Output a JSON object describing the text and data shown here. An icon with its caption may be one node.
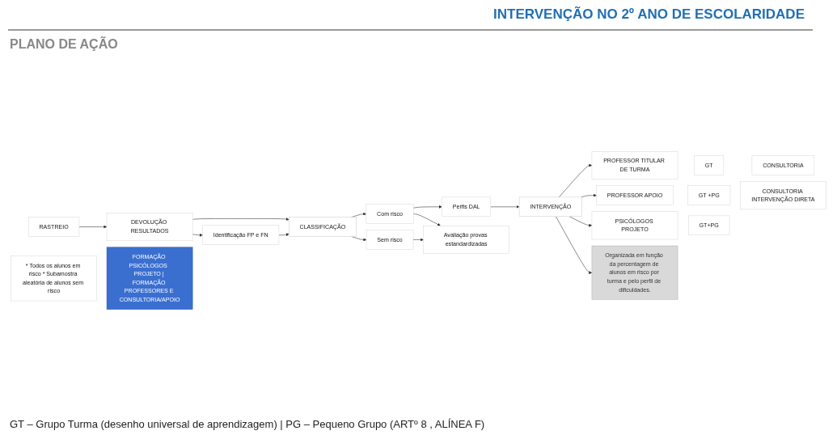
{
  "diagram": {
    "title": "INTERVENÇÃO NO 2º ANO DE ESCOLARIDADE",
    "nodes": [
      {
        "text": [
          "RASTREIO"
        ]
      },
      {
        "text": [
          "DEVOLUÇÃO RESULTADOS"
        ]
      },
      {
        "text": [
          "Identificação FP e FN"
        ]
      },
      {
        "text": [
          "CLASSIFICAÇÃO"
        ]
      },
      {
        "text": [
          "Com risco"
        ]
      },
      {
        "text": [
          "Sem risco"
        ]
      },
      {
        "text": [
          "Perfis DAL"
        ]
      },
      {
        "text": [
          "Avaliação provas estandardizadas"
        ]
      },
      {
        "text": [
          "* Todos os alunos em risco * Subamostra aleatória de alunos sem risco"
        ]
      },
      {
        "text": [
          "INTERVENÇÃO"
        ]
      },
      {
        "text": [
          "PROFESSOR TITULAR DE TURMA"
        ]
      },
      {
        "text": [
          "PROFESSOR APOIO"
        ]
      },
      {
        "text": [
          "PSICÓLOGOS PROJETO"
        ]
      },
      {
        "text": [
          "GT"
        ]
      },
      {
        "text": [
          "GT +PG"
        ]
      },
      {
        "text": [
          "GT+PG"
        ]
      },
      {
        "text": [
          "CONSULTORIA"
        ]
      },
      {
        "text": [
          "CONSULTORIA INTERVENÇÃO DIRETA"
        ]
      },
      {
        "text": [
          "Organizada em função da percentagem de alunos em risco por turma e pelo perfil de dificuldades."
        ]
      },
      {
        "text": [
          "FORMAÇÃO PSICÓLOGOS  PROJETO | FORMAÇÃO PROFESSORES E CONSULTORIA/APOIO"
        ]
      }
    ],
    "edges": [
      {
        "from": 0,
        "to": 1,
        "arrow": "to"
      },
      {
        "from": 1,
        "to": 2,
        "arrow": "to"
      },
      {
        "from": 1,
        "to": 3,
        "arrow": "to"
      },
      {
        "from": 2,
        "to": 3,
        "arrow": "to"
      },
      {
        "from": 3,
        "to": 4,
        "arrow": "to"
      },
      {
        "from": 3,
        "to": 5,
        "arrow": "to"
      },
      {
        "from": 4,
        "to": 6,
        "arrow": "to"
      },
      {
        "from": 4,
        "to": 7,
        "arrow": "to"
      },
      {
        "from": 5,
        "to": 7,
        "arrow": "to"
      },
      {
        "from": 6,
        "to": 9,
        "arrow": "to"
      },
      {
        "from": 9,
        "to": 10,
        "arrow": "to"
      },
      {
        "from": 9,
        "to": 11,
        "arrow": "to"
      },
      {
        "from": 9,
        "to": 12,
        "arrow": "to"
      },
      {
        "from": 9,
        "to": 18,
        "arrow": "to"
      }
    ],
    "labels": [
      "PLANO DE AÇÃO",
      "GT – Grupo Turma (desenho universal de aprendizagem) | PG – Pequeno Grupo (ARTº 8 , ALÍNEA F)"
    ]
  }
}
